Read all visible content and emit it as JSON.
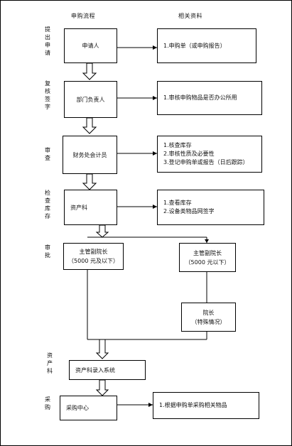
{
  "headers": {
    "process": "申购流程",
    "docs": "相关资料"
  },
  "side_labels": {
    "proposal": "提出申请",
    "dept_review": "复核签字",
    "audit": "审查",
    "check_stock": "检查库存",
    "approval": "审批",
    "asset_dept": "资产科",
    "purchase": "采购"
  },
  "steps": {
    "applicant": "申请人",
    "dept_head": "部门负责人",
    "finance": "财务处会计员",
    "asset_office": "资产科",
    "vp_left_title": "主管副院长",
    "vp_left_sub": "（5000 元及以下）",
    "vp_right_title": "主管副院长",
    "vp_right_sub": "（5000 元以下）",
    "president_title": "院长",
    "president_sub": "（特殊情况）",
    "asset_entry": "资产科录入系统",
    "purchase_center": "采购中心"
  },
  "docs": {
    "applicant": [
      "1.申购单（或申购报告）"
    ],
    "dept_head": [
      "1.审核申购物品是否办公所用"
    ],
    "finance": [
      "1.核查库存",
      "2.审核性质及必要性",
      "3.登记申购单或报告（日后跟踪）"
    ],
    "asset_office": [
      "1.查看库存",
      "2.设备类物品网签字"
    ],
    "purchase_center": [
      "1.根据申购单采购相关物品"
    ]
  }
}
